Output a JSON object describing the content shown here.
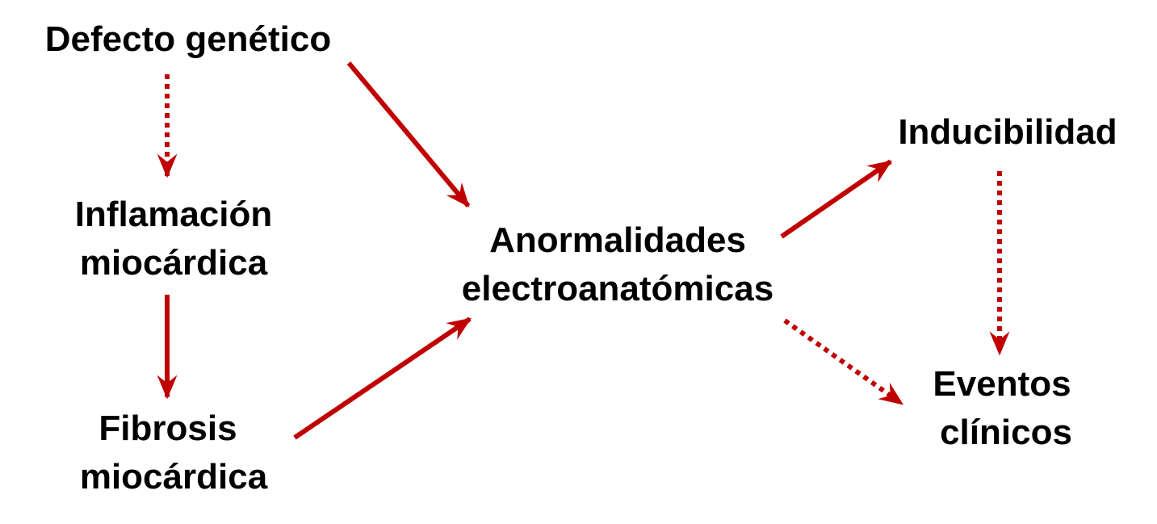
{
  "colors": {
    "arrow": "#c00000",
    "text": "#000000"
  },
  "nodes": {
    "genetic_defect": {
      "line1": "Defecto genético"
    },
    "inflammation": {
      "line1": "Inflamación",
      "line2": "miocárdica"
    },
    "fibrosis": {
      "line1": "Fibrosis",
      "line2": "miocárdica"
    },
    "abnormalities": {
      "line1": "Anormalidades",
      "line2": "electroanatómicas"
    },
    "inducibility": {
      "line1": "Inducibilidad"
    },
    "clinical_events": {
      "line1": "Eventos",
      "line2": "clínicos"
    }
  },
  "edges": [
    {
      "from": "genetic_defect",
      "to": "inflammation",
      "style": "dotted"
    },
    {
      "from": "genetic_defect",
      "to": "abnormalities",
      "style": "solid"
    },
    {
      "from": "inflammation",
      "to": "fibrosis",
      "style": "solid"
    },
    {
      "from": "fibrosis",
      "to": "abnormalities",
      "style": "solid"
    },
    {
      "from": "abnormalities",
      "to": "inducibility",
      "style": "solid"
    },
    {
      "from": "inducibility",
      "to": "clinical_events",
      "style": "dotted"
    },
    {
      "from": "abnormalities",
      "to": "clinical_events",
      "style": "dotted"
    }
  ]
}
